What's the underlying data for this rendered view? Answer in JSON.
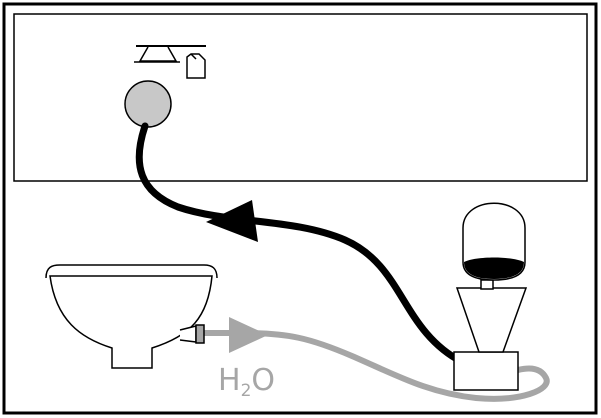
{
  "colors": {
    "outline": "#000000",
    "water_hose": "#a6a6a6",
    "connector": "#c8c8c8",
    "background": "#ffffff"
  },
  "labels": {
    "water_main": "H",
    "water_sub": "2",
    "water_tail": "O"
  },
  "icons": {
    "panel_symbol": "sprayer-nozzle-canister-icon",
    "flow_arrow": "arrow-left-icon",
    "water_arrow": "arrow-right-icon"
  }
}
